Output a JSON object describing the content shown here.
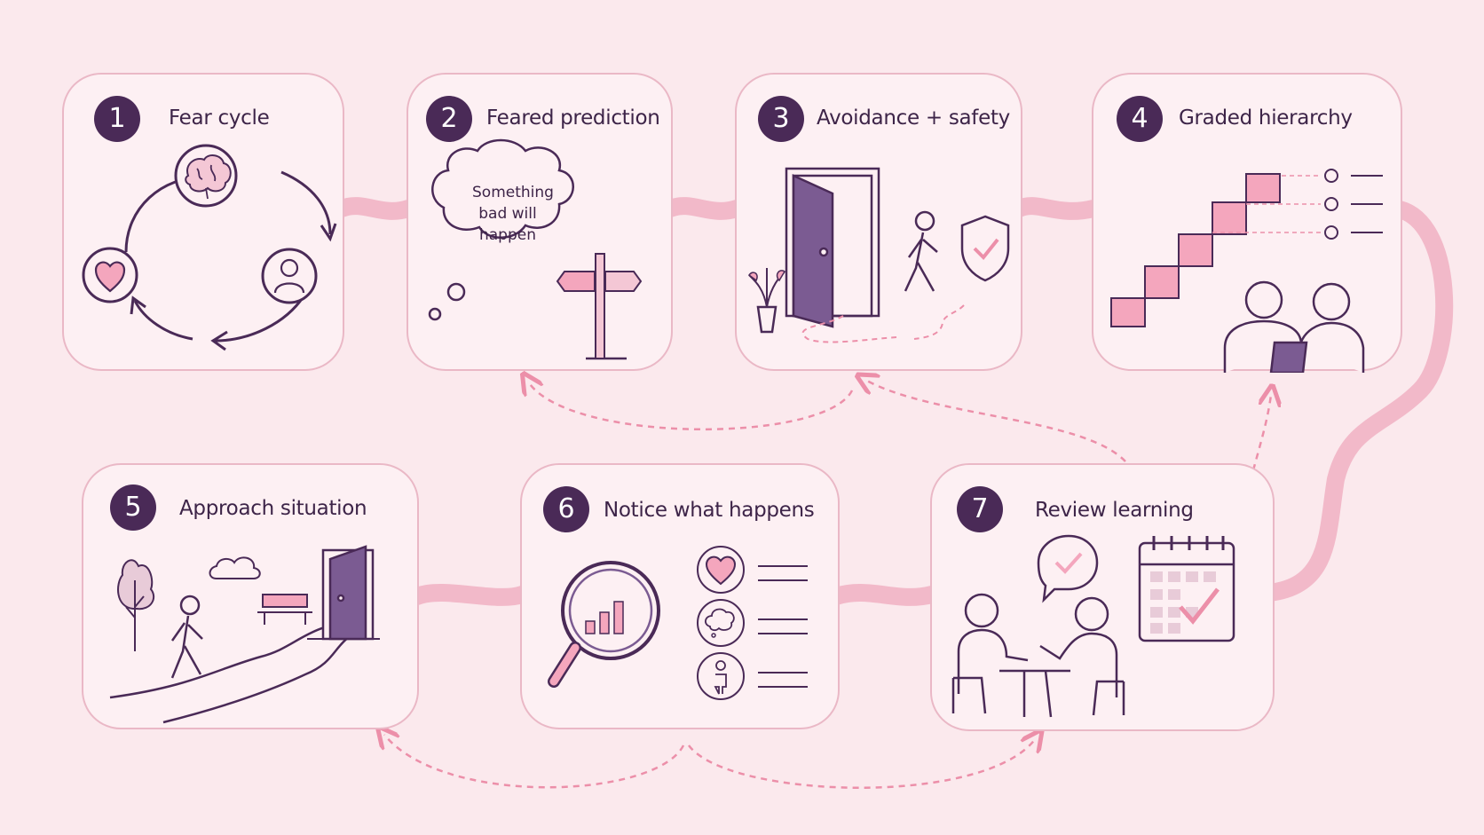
{
  "colors": {
    "background": "#fbe9ed",
    "card_fill": "#fdf0f3",
    "card_border": "#eab8c6",
    "connector": "#f2b9c9",
    "badge": "#4a2a57",
    "ink": "#3d2448",
    "accent_pink": "#f4a6bd",
    "accent_purple": "#7b5b92"
  },
  "steps": [
    {
      "number": "1",
      "title": "Fear cycle",
      "icons": [
        "brain-icon",
        "person-icon",
        "heart-icon",
        "cycle-arrows-icon"
      ]
    },
    {
      "number": "2",
      "title": "Feared prediction",
      "thought": [
        "Something",
        "bad will",
        "happen"
      ],
      "icons": [
        "thought-bubble-icon",
        "signpost-icon"
      ]
    },
    {
      "number": "3",
      "title": "Avoidance + safety",
      "icons": [
        "open-door-icon",
        "walking-person-icon",
        "shield-check-icon",
        "plant-icon"
      ]
    },
    {
      "number": "4",
      "title": "Graded hierarchy",
      "icons": [
        "staircase-icon",
        "checklist-icon",
        "two-people-tablet-icon"
      ]
    },
    {
      "number": "5",
      "title": "Approach situation",
      "icons": [
        "tree-icon",
        "walking-person-icon",
        "cloud-icon",
        "bench-icon",
        "open-door-icon",
        "path-icon"
      ]
    },
    {
      "number": "6",
      "title": "Notice what happens",
      "icons": [
        "magnifier-chart-icon",
        "heart-icon",
        "thought-icon",
        "body-icon"
      ]
    },
    {
      "number": "7",
      "title": "Review learning",
      "icons": [
        "two-people-talking-icon",
        "speech-check-icon",
        "calendar-check-icon"
      ]
    }
  ]
}
